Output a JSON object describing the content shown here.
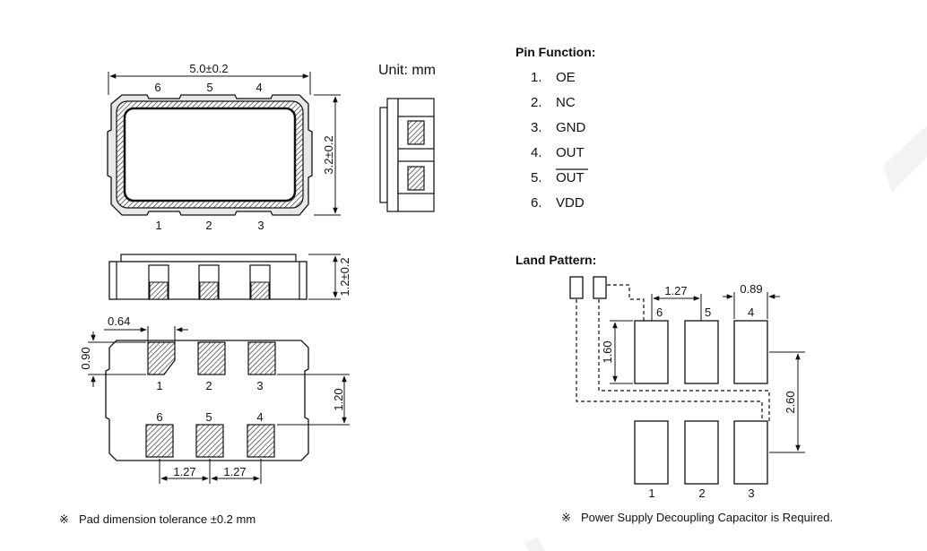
{
  "unit_label": "Unit: mm",
  "top_view": {
    "width_dim": "5.0±0.2",
    "height_dim": "3.2±0.2",
    "pins_top": [
      "6",
      "5",
      "4"
    ],
    "pins_bottom": [
      "1",
      "2",
      "3"
    ]
  },
  "front_view": {
    "height_dim": "1.2±0.2"
  },
  "bottom_view": {
    "pad_width_dim": "0.64",
    "pad_height_dim": "0.90",
    "row_gap_dim": "1.20",
    "pitch_dims": [
      "1.27",
      "1.27"
    ],
    "pins_top": [
      "1",
      "2",
      "3"
    ],
    "pins_bottom": [
      "6",
      "5",
      "4"
    ]
  },
  "pin_function": {
    "title": "Pin Function:",
    "items": [
      {
        "num": "1.",
        "name": "OE"
      },
      {
        "num": "2.",
        "name": "NC"
      },
      {
        "num": "3.",
        "name": "GND"
      },
      {
        "num": "4.",
        "name": "OUT"
      },
      {
        "num": "5.",
        "name": "OUT",
        "overline": true
      },
      {
        "num": "6.",
        "name": "VDD"
      }
    ]
  },
  "land_pattern": {
    "title": "Land Pattern:",
    "pitch_dim": "1.27",
    "pad_width_dim": "0.89",
    "pad_height_dim": "1.60",
    "row_span_dim": "2.60",
    "pins_top": [
      "6",
      "5",
      "4"
    ],
    "pins_bottom": [
      "1",
      "2",
      "3"
    ]
  },
  "notes": {
    "left": "Pad dimension tolerance ±0.2 mm",
    "right": "Power Supply Decoupling Capacitor is Required.",
    "symbol": "※"
  }
}
